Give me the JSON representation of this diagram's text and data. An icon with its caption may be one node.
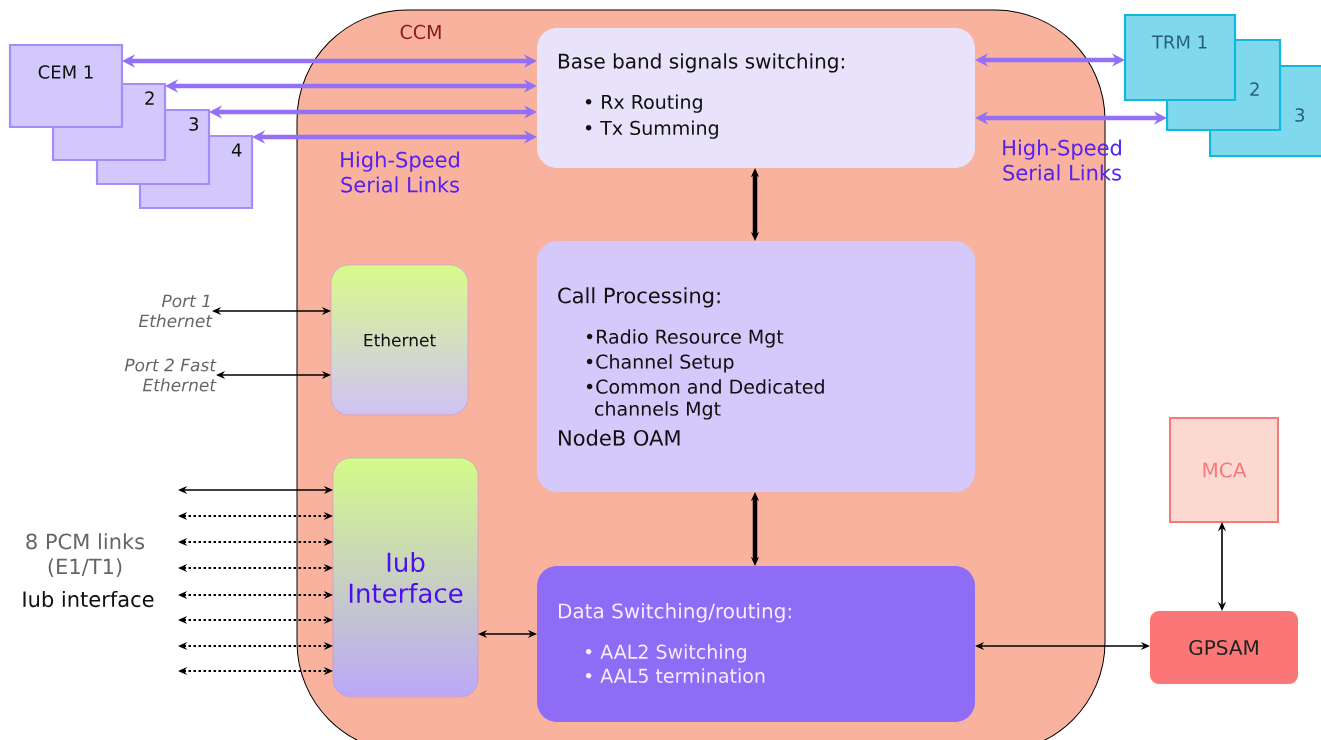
{
  "diagram": {
    "nodes": [
      {
        "text": [
          "CCM"
        ]
      },
      {
        "text": [
          "Base band signals switching:",
          "• Rx Routing",
          "• Tx Summing"
        ],
        "in": 0
      },
      {
        "text": [
          "Call Processing:",
          "•Radio Resource Mgt",
          "•Channel Setup",
          "•Common and Dedicated channels Mgt",
          "NodeB OAM"
        ],
        "in": 0
      },
      {
        "text": [
          "Ethernet"
        ],
        "in": 0
      },
      {
        "text": [
          "Iub Interface"
        ],
        "in": 0
      },
      {
        "text": [
          "Data Switching/routing:",
          "• AAL2 Switching",
          "• AAL5 termination"
        ],
        "in": 0
      },
      {
        "text": [
          "CEM 1"
        ]
      },
      {
        "text": [
          "2"
        ]
      },
      {
        "text": [
          "3"
        ]
      },
      {
        "text": [
          "4"
        ]
      },
      {
        "text": [
          "TRM 1"
        ]
      },
      {
        "text": [
          "2"
        ]
      },
      {
        "text": [
          "3"
        ]
      },
      {
        "text": [
          "MCA"
        ]
      },
      {
        "text": [
          "GPSAM"
        ]
      },
      {
        "text": [
          "Port 1 Ethernet"
        ]
      },
      {
        "text": [
          "Port 2 Fast Ethernet"
        ]
      }
    ],
    "edges": [
      {
        "from": 6,
        "to": 1,
        "arrow": "both",
        "style": "thick",
        "color": "#9370f5"
      },
      {
        "from": 7,
        "to": 1,
        "arrow": "both",
        "style": "thick",
        "color": "#9370f5"
      },
      {
        "from": 8,
        "to": 1,
        "arrow": "both",
        "style": "thick",
        "color": "#9370f5"
      },
      {
        "from": 9,
        "to": 1,
        "arrow": "both",
        "style": "thick",
        "color": "#9370f5"
      },
      {
        "from": 1,
        "to": 10,
        "arrow": "both",
        "style": "thick",
        "color": "#9370f5"
      },
      {
        "from": 1,
        "to": 11,
        "arrow": "both",
        "style": "thick",
        "color": "#9370f5"
      },
      {
        "from": 1,
        "to": 2,
        "arrow": "both",
        "style": "thick"
      },
      {
        "from": 2,
        "to": 5,
        "arrow": "both",
        "style": "thick"
      },
      {
        "from": 15,
        "to": 3,
        "arrow": "both"
      },
      {
        "from": 16,
        "to": 3,
        "arrow": "both"
      },
      {
        "from": 4,
        "to": 5,
        "arrow": "both"
      },
      {
        "from": 5,
        "to": 14,
        "arrow": "both"
      },
      {
        "from": 14,
        "to": 13,
        "arrow": "both"
      },
      {
        "from": null,
        "to": 4,
        "arrow": "both"
      },
      {
        "from": null,
        "to": 4,
        "arrow": "both",
        "style": "dashed"
      },
      {
        "from": null,
        "to": 4,
        "arrow": "both",
        "style": "dashed"
      },
      {
        "from": null,
        "to": 4,
        "arrow": "both",
        "style": "dashed"
      },
      {
        "from": null,
        "to": 4,
        "arrow": "both",
        "style": "dashed"
      },
      {
        "from": null,
        "to": 4,
        "arrow": "both",
        "style": "dashed"
      },
      {
        "from": null,
        "to": 4,
        "arrow": "both",
        "style": "dashed"
      },
      {
        "from": null,
        "to": 4,
        "arrow": "both",
        "style": "dashed"
      }
    ],
    "labels": [
      "High-Speed Serial Links",
      "High-Speed Serial Links",
      "8 PCM links (E1/T1)",
      "Iub interface"
    ]
  }
}
